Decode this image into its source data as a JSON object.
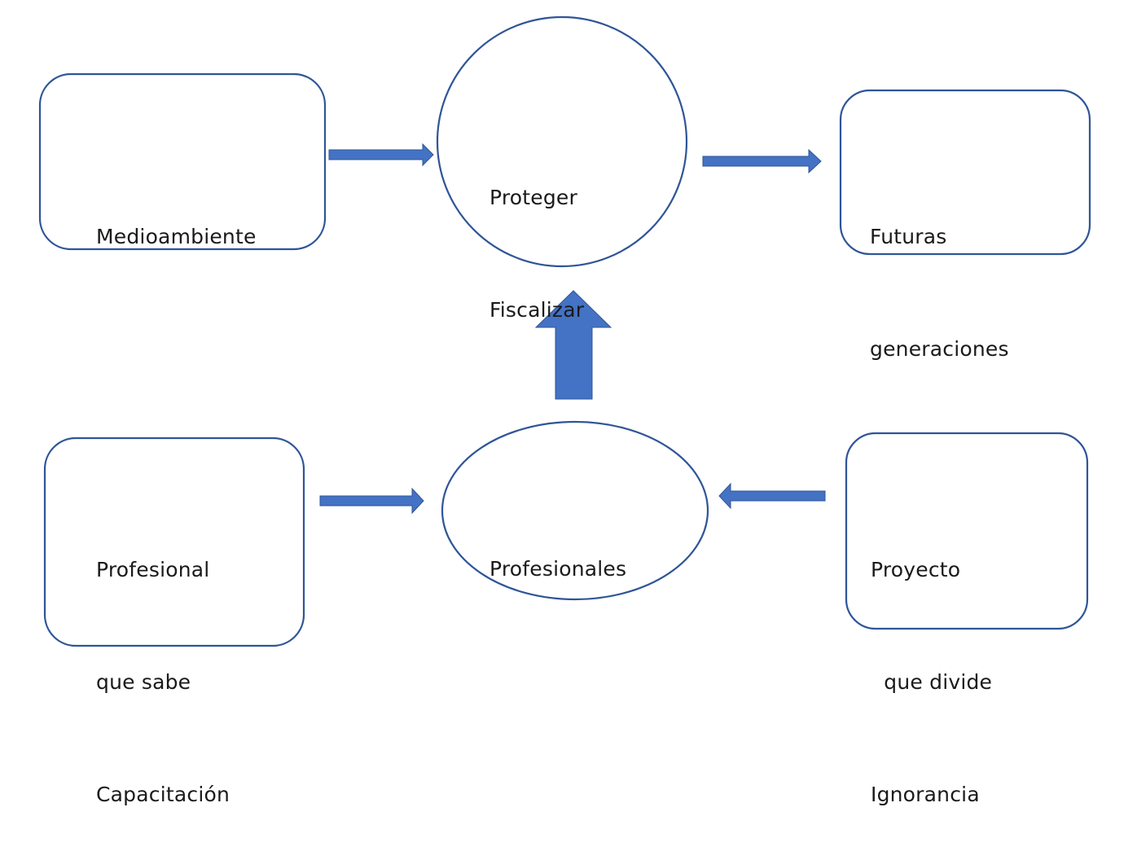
{
  "diagram": {
    "title": "",
    "colors": {
      "stroke": "#2f5597",
      "arrow_fill": "#4472c4",
      "text": "#1a1a1a",
      "background": "#ffffff"
    },
    "nodes": {
      "medioambiente": {
        "shape": "rounded-rectangle",
        "lines": [
          "Medioambiente"
        ]
      },
      "proteger": {
        "shape": "circle",
        "lines": [
          "Proteger",
          "Fiscalizar"
        ]
      },
      "futuras": {
        "shape": "rounded-rectangle",
        "lines": [
          "Futuras",
          "generaciones"
        ]
      },
      "profesional": {
        "shape": "rounded-rectangle",
        "lines": [
          "Profesional",
          "que sabe",
          "Capacitación"
        ]
      },
      "profesionales": {
        "shape": "ellipse",
        "lines": [
          "Profesionales"
        ]
      },
      "proyecto": {
        "shape": "rounded-rectangle",
        "lines": [
          "Proyecto",
          "  que divide",
          "Ignorancia"
        ]
      }
    },
    "edges": [
      {
        "from": "medioambiente",
        "to": "proteger",
        "style": "thin-arrow"
      },
      {
        "from": "proteger",
        "to": "futuras",
        "style": "thin-arrow"
      },
      {
        "from": "profesionales",
        "to": "proteger",
        "style": "block-arrow"
      },
      {
        "from": "profesional",
        "to": "profesionales",
        "style": "thin-arrow"
      },
      {
        "from": "proyecto",
        "to": "profesionales",
        "style": "thin-arrow"
      }
    ]
  }
}
